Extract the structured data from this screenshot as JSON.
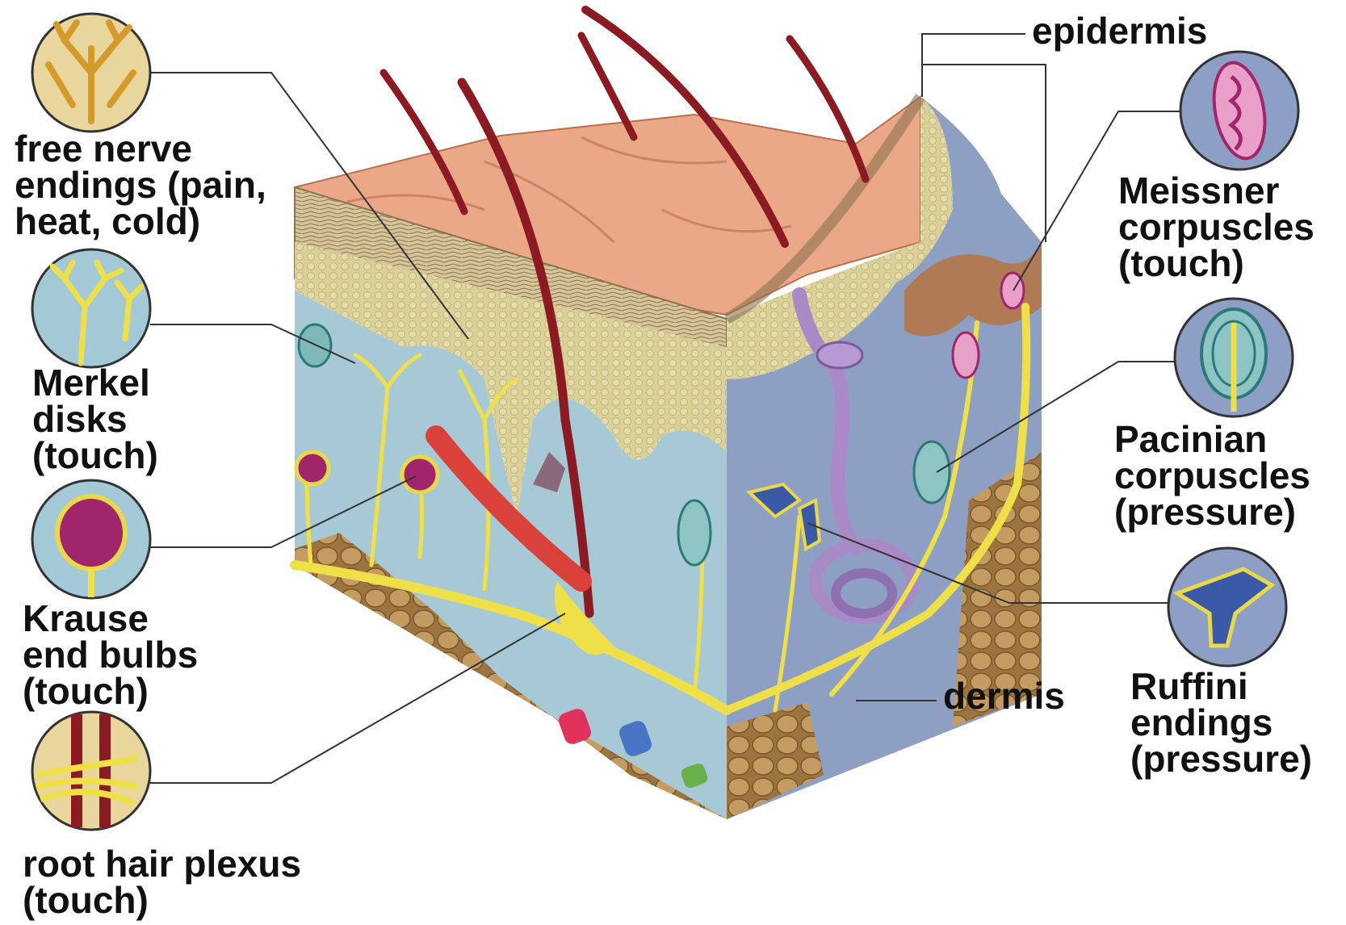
{
  "labels": {
    "free_nerve": "free nerve\nendings (pain,\nheat, cold)",
    "merkel": "Merkel\ndisks\n(touch)",
    "krause": "Krause\nend bulbs\n(touch)",
    "root_hair": "root hair plexus\n(touch)",
    "epidermis": "epidermis",
    "meissner": "Meissner\ncorpuscles\n(touch)",
    "pacinian": "Pacinian\ncorpuscles\n(pressure)",
    "ruffini": "Ruffini\nendings\n(pressure)",
    "dermis": "dermis"
  },
  "colors": {
    "skin_surface": "#e9a784",
    "epidermis_layer": "#d8cf9c",
    "dermis_front": "#a9c9d6",
    "dermis_side": "#8d9fc4",
    "fat": "#b8925a",
    "hair": "#8b1a22",
    "nerve": "#f2e24a",
    "sweat_gland": "#a98ac6",
    "inset_bg": "#9fbfd0",
    "leader_line": "#333333"
  },
  "icons": [
    "free-nerve-inset-icon",
    "merkel-inset-icon",
    "krause-inset-icon",
    "root-hair-inset-icon",
    "meissner-inset-icon",
    "pacinian-inset-icon",
    "ruffini-inset-icon"
  ]
}
